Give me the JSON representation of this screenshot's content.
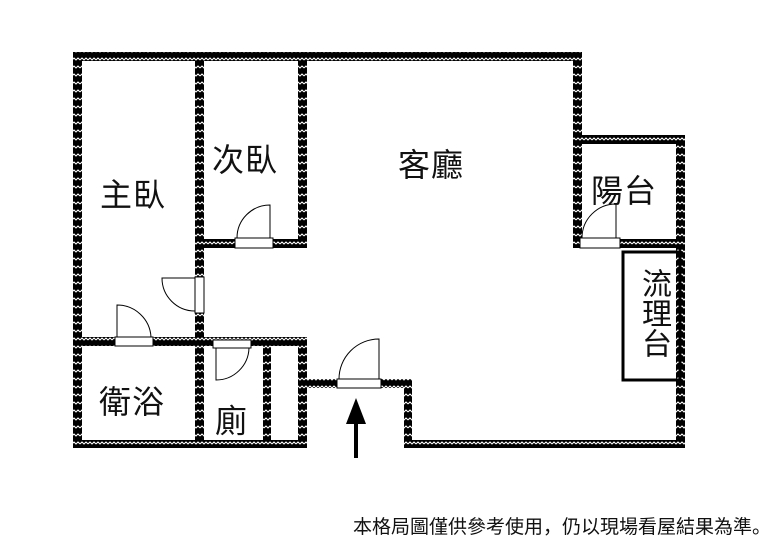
{
  "rooms": {
    "master_bedroom": "主臥",
    "second_bedroom": "次臥",
    "living_room": "客廳",
    "balcony": "陽台",
    "kitchen_counter": "流理台",
    "bathroom": "衛浴",
    "toilet": "廁"
  },
  "note": "本格局圖僅供參考使用，仍以現場看屋結果為準。",
  "entrance_arrow_icon": "arrow-up-icon"
}
